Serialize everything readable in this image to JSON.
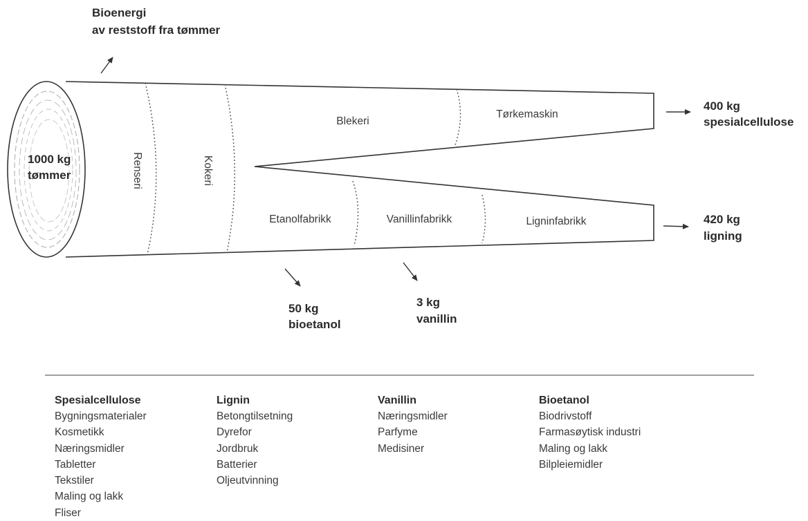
{
  "diagram": {
    "source_label": [
      "1000 kg",
      "tømmer"
    ],
    "bioenergy_label": [
      "Bioenergi",
      "av reststoff fra tømmer"
    ],
    "stages": {
      "renseri": "Renseri",
      "kokeri": "Kokeri",
      "blekeri": "Blekeri",
      "torkemaskin": "Tørkemaskin",
      "etanolfabrikk": "Etanolfabrikk",
      "vanillinfabrikk": "Vanillinfabrikk",
      "ligninfabrikk": "Ligninfabrikk"
    },
    "outputs": {
      "cellulose": [
        "400 kg",
        "spesialcellulose"
      ],
      "lignin": [
        "420 kg",
        "ligning"
      ],
      "bioetanol": [
        "50 kg",
        "bioetanol"
      ],
      "vanillin": [
        "3 kg",
        "vanillin"
      ]
    }
  },
  "legend": [
    {
      "title": "Spesialcellulose",
      "items": [
        "Bygningsmaterialer",
        "Kosmetikk",
        "Næringsmidler",
        "Tabletter",
        "Tekstiler",
        "Maling og lakk",
        "Fliser"
      ]
    },
    {
      "title": "Lignin",
      "items": [
        "Betongtilsetning",
        "Dyrefor",
        "Jordbruk",
        "Batterier",
        "Oljeutvinning"
      ]
    },
    {
      "title": "Vanillin",
      "items": [
        "Næringsmidler",
        "Parfyme",
        "Medisiner"
      ]
    },
    {
      "title": "Bioetanol",
      "items": [
        "Biodrivstoff",
        "Farmasøytisk industri",
        "Maling og lakk",
        "Bilpleiemidler"
      ]
    }
  ],
  "colors": {
    "ink": "#2a2a2a",
    "line": "#333333",
    "dotted": "#555555",
    "wood_rings": "#9a9a9a"
  }
}
